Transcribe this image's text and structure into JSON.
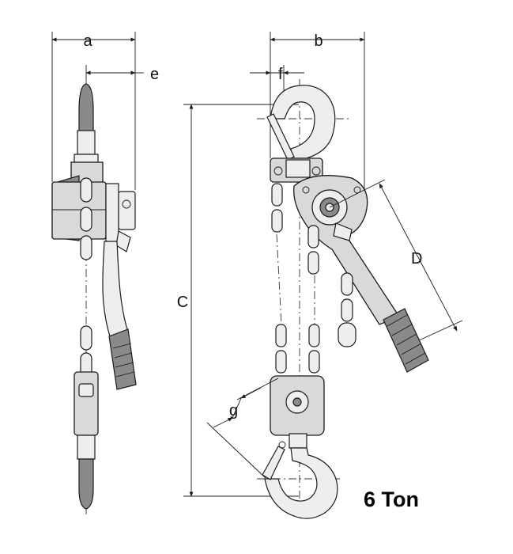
{
  "dimensions": {
    "a": "a",
    "b": "b",
    "e": "e",
    "f": "f",
    "C": "C",
    "D": "D",
    "g": "g"
  },
  "caption": "6 Ton"
}
